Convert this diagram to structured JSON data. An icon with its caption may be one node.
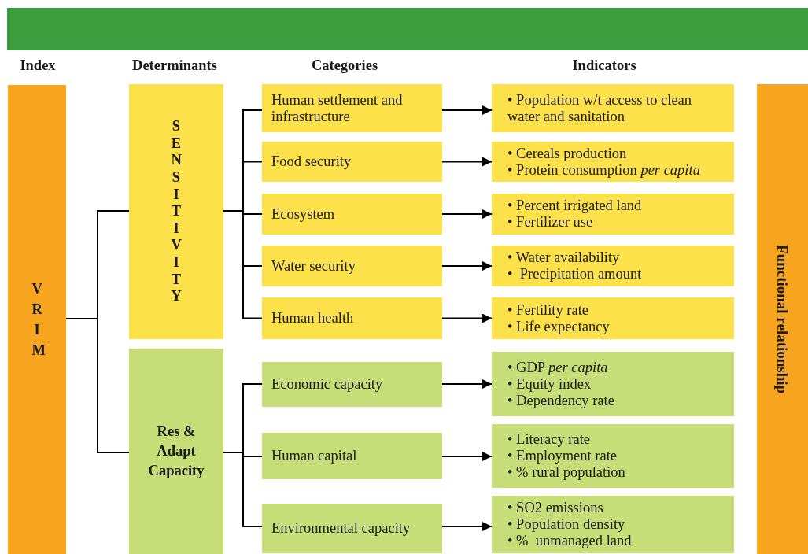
{
  "diagram": {
    "nodes": [
      {
        "text": [
          "VRIM"
        ]
      },
      {
        "text": [
          "SENSITIVITY"
        ]
      },
      {
        "text": [
          "Res & Adapt Capacity"
        ]
      },
      {
        "text": [
          "Human settlement and infrastructure"
        ]
      },
      {
        "text": [
          "Food security"
        ]
      },
      {
        "text": [
          "Ecosystem"
        ]
      },
      {
        "text": [
          "Water security"
        ]
      },
      {
        "text": [
          "Human health"
        ]
      },
      {
        "text": [
          "Economic capacity"
        ]
      },
      {
        "text": [
          "Human capital"
        ]
      },
      {
        "text": [
          "Environmental capacity"
        ]
      },
      {
        "text": [
          "• Population w/t access to clean water and sanitation"
        ]
      },
      {
        "text": [
          "• Cereals production",
          "• Protein consumption *per capita*"
        ]
      },
      {
        "text": [
          "• Percent irrigated land",
          "• Fertilizer use"
        ]
      },
      {
        "text": [
          "• Water availability",
          "•  Precipitation amount"
        ]
      },
      {
        "text": [
          "• Fertility rate",
          "• Life expectancy"
        ]
      },
      {
        "text": [
          "• GDP *per capita*",
          "• Equity index",
          "• Dependency rate"
        ]
      },
      {
        "text": [
          "• Literacy rate",
          "• Employment rate",
          "• % rural population"
        ]
      },
      {
        "text": [
          "• SO2 emissions",
          "• Population density",
          "• %  unmanaged land"
        ]
      },
      {
        "text": [
          "Functional relationship"
        ]
      }
    ],
    "edges": [
      {
        "from": 0,
        "to": 1,
        "arrow": "none"
      },
      {
        "from": 0,
        "to": 2,
        "arrow": "none"
      },
      {
        "from": 1,
        "to": 3,
        "arrow": "none"
      },
      {
        "from": 1,
        "to": 4,
        "arrow": "none"
      },
      {
        "from": 1,
        "to": 5,
        "arrow": "none"
      },
      {
        "from": 1,
        "to": 6,
        "arrow": "none"
      },
      {
        "from": 1,
        "to": 7,
        "arrow": "none"
      },
      {
        "from": 2,
        "to": 8,
        "arrow": "none"
      },
      {
        "from": 2,
        "to": 9,
        "arrow": "none"
      },
      {
        "from": 2,
        "to": 10,
        "arrow": "none"
      },
      {
        "from": 3,
        "to": 11,
        "arrow": "to"
      },
      {
        "from": 4,
        "to": 12,
        "arrow": "to"
      },
      {
        "from": 5,
        "to": 13,
        "arrow": "to"
      },
      {
        "from": 6,
        "to": 14,
        "arrow": "to"
      },
      {
        "from": 7,
        "to": 15,
        "arrow": "to"
      },
      {
        "from": 8,
        "to": 16,
        "arrow": "to"
      },
      {
        "from": 9,
        "to": 17,
        "arrow": "to"
      },
      {
        "from": 10,
        "to": 18,
        "arrow": "to"
      }
    ],
    "labels": [
      "Index",
      "Determinants",
      "Categories",
      "Indicators"
    ]
  }
}
